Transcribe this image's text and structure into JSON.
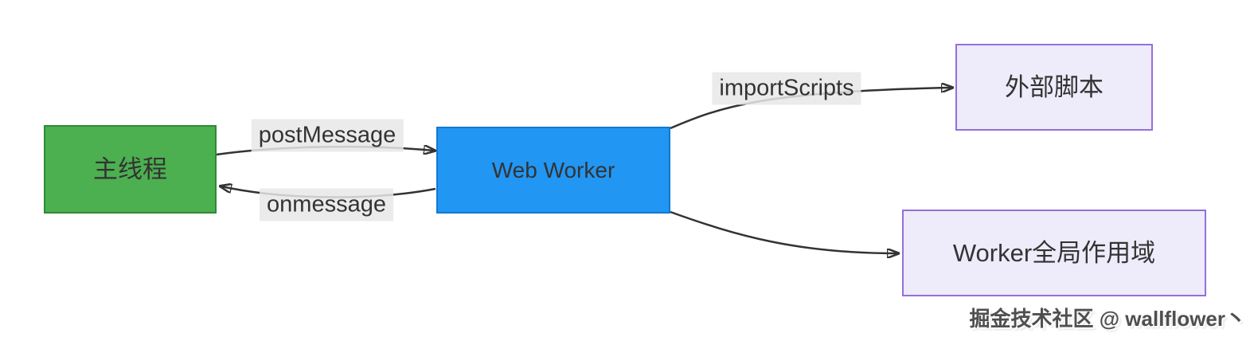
{
  "diagram": {
    "nodes": {
      "main_thread": {
        "label": "主线程",
        "fill": "#4caf50",
        "border": "#2e8b35"
      },
      "web_worker": {
        "label": "Web Worker",
        "fill": "#2196f3",
        "border": "#1278d0"
      },
      "external_script": {
        "label": "外部脚本",
        "fill": "#eeebfa",
        "border": "#9370db"
      },
      "worker_global_scope": {
        "label": "Worker全局作用域",
        "fill": "#eeebfa",
        "border": "#9370db"
      }
    },
    "edges": [
      {
        "from": "main_thread",
        "to": "web_worker",
        "label": "postMessage",
        "arrow": "right"
      },
      {
        "from": "web_worker",
        "to": "main_thread",
        "label": "onmessage",
        "arrow": "left"
      },
      {
        "from": "web_worker",
        "to": "external_script",
        "label": "importScripts",
        "arrow": "right"
      },
      {
        "from": "web_worker",
        "to": "worker_global_scope",
        "label": "",
        "arrow": "right"
      }
    ],
    "edge_label_background": "#e8e8e8",
    "arrow_color": "#333333",
    "text_color": "#333333",
    "background": "#ffffff"
  },
  "watermark": {
    "text": "掘金技术社区 @ wallflower丶"
  }
}
